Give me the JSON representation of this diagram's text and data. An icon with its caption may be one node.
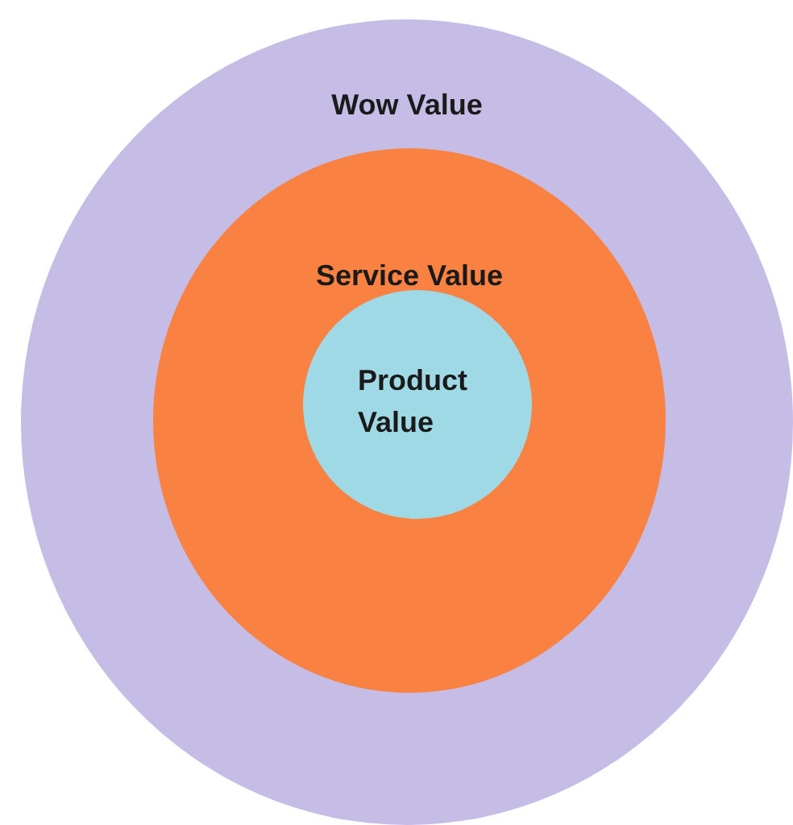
{
  "diagram": {
    "nodes": [
      {
        "text": [
          "Wow Value"
        ]
      },
      {
        "text": [
          "Service Value"
        ],
        "in": 0
      },
      {
        "text": [
          "Product Value"
        ],
        "in": 1
      }
    ]
  }
}
